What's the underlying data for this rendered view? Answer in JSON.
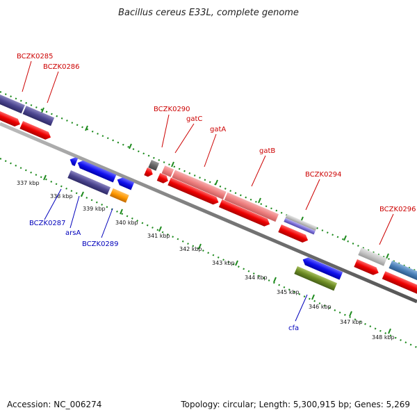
{
  "title": "Bacillus cereus E33L, complete genome",
  "footer": {
    "accession": "Accession: NC_006274",
    "summary": "Topology: circular; Length: 5,300,915 bp; Genes: 5,269"
  },
  "colors": {
    "backbone": "#8a8a8a",
    "dots": "#1d8a1d",
    "red_label": "#cc0000",
    "blue_label": "#0000bb"
  },
  "tick_labels": [
    "337 kbp",
    "338 kbp",
    "339 kbp",
    "340 kbp",
    "341 kbp",
    "342 kbp",
    "343 kbp",
    "344 kbp",
    "345 kbp",
    "346 kbp",
    "347 kbp",
    "348 kbp"
  ],
  "gene_labels_top": [
    "BCZK0285",
    "BCZK0286",
    "BCZK0290",
    "gatC",
    "gatA",
    "gatB",
    "BCZK0294",
    "BCZK0296"
  ],
  "gene_labels_bottom": [
    "BCZK0287",
    "arsA",
    "BCZK0289",
    "cfa"
  ]
}
